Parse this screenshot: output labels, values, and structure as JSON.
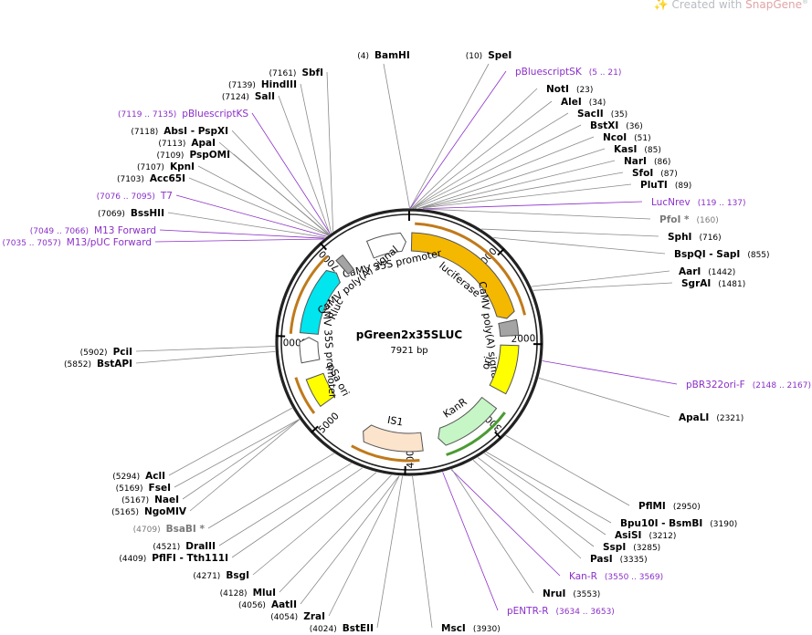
{
  "watermark": {
    "prefix": "Created with",
    "brand": "SnapGene",
    "mark": "®"
  },
  "plasmid": {
    "name": "pGreen2x35SLUC",
    "size": 7921,
    "size_label": "7921 bp"
  },
  "colors": {
    "enzyme": "#000000",
    "primer": "#8b2fc9",
    "nonunique": "#7a7a7a",
    "luciferase": "#f5b800",
    "luciferase_arrow": "#c8940f",
    "rluc": "#00e5ee",
    "ori": "#ffff00",
    "kanr": "#c6f5c6",
    "is1": "#fbe3cc",
    "terminator": "#a4a4a4",
    "orf_arrow": "#c07a1a",
    "kan_orf_arrow": "#4b9b33"
  },
  "ticks": [
    {
      "label": "1000",
      "pos": 1000
    },
    {
      "label": "2000",
      "pos": 2000
    },
    {
      "label": "3000",
      "pos": 3000
    },
    {
      "label": "4000",
      "pos": 4000
    },
    {
      "label": "5000",
      "pos": 5000
    },
    {
      "label": "6000",
      "pos": 6000
    },
    {
      "label": "7000",
      "pos": 7000
    }
  ],
  "features": [
    {
      "label": "luciferase",
      "type": "gene",
      "start": 30,
      "end": 1680,
      "color": "#f5b800"
    },
    {
      "label": "CaMV 35S promoter",
      "type": "promoter",
      "start": 7420,
      "end": 7880,
      "color": "#ffffff"
    },
    {
      "label": "CaMV poly(A) signal",
      "type": "terminator",
      "start": 1720,
      "end": 1900,
      "color": "#a4a4a4"
    },
    {
      "label": "ori",
      "type": "origin",
      "start": 2020,
      "end": 2600,
      "color": "#ffff00"
    },
    {
      "label": "KanR",
      "type": "gene",
      "start": 2800,
      "end": 3590,
      "color": "#c6f5c6"
    },
    {
      "label": "IS1",
      "type": "misc",
      "start": 3800,
      "end": 4560,
      "color": "#fbe3cc"
    },
    {
      "label": "pSa ori",
      "type": "origin",
      "start": 5150,
      "end": 5500,
      "color": "#ffff00"
    },
    {
      "label": "CaMV 35S promoter",
      "type": "promoter",
      "start": 5700,
      "end": 6000,
      "color": "#ffffff"
    },
    {
      "label": "Rluc",
      "type": "gene",
      "start": 6050,
      "end": 6900,
      "color": "#00e5ee"
    },
    {
      "label": "CaMV poly(A) signal",
      "type": "terminator",
      "start": 7000,
      "end": 7100,
      "color": "#a4a4a4"
    }
  ],
  "labels_top": [
    {
      "kind": "enzyme",
      "name": "BamHI",
      "pos_text": "(4)",
      "pos": 4
    },
    {
      "kind": "enzyme",
      "name": "SpeI",
      "pos_text": "(10)",
      "pos": 10
    }
  ],
  "labels_right": [
    {
      "kind": "primer",
      "name": "pBluescriptSK",
      "pos_text": "(5 .. 21)",
      "pos": 13
    },
    {
      "kind": "enzyme",
      "name": "NotI",
      "pos_text": "(23)",
      "pos": 23
    },
    {
      "kind": "enzyme",
      "name": "AleI",
      "pos_text": "(34)",
      "pos": 34
    },
    {
      "kind": "enzyme",
      "name": "SacII",
      "pos_text": "(35)",
      "pos": 35
    },
    {
      "kind": "enzyme",
      "name": "BstXI",
      "pos_text": "(36)",
      "pos": 36
    },
    {
      "kind": "enzyme",
      "name": "NcoI",
      "pos_text": "(51)",
      "pos": 51
    },
    {
      "kind": "enzyme",
      "name": "KasI",
      "pos_text": "(85)",
      "pos": 85
    },
    {
      "kind": "enzyme",
      "name": "NarI",
      "pos_text": "(86)",
      "pos": 86
    },
    {
      "kind": "enzyme",
      "name": "SfoI",
      "pos_text": "(87)",
      "pos": 87
    },
    {
      "kind": "enzyme",
      "name": "PluTI",
      "pos_text": "(89)",
      "pos": 89
    },
    {
      "kind": "primer",
      "name": "LucNrev",
      "pos_text": "(119 .. 137)",
      "pos": 128
    },
    {
      "kind": "nonunique",
      "name": "PfoI *",
      "pos_text": "(160)",
      "pos": 160
    },
    {
      "kind": "enzyme",
      "name": "SphI",
      "pos_text": "(716)",
      "pos": 716
    },
    {
      "kind": "enzyme",
      "name": "BspQI - SapI",
      "pos_text": "(855)",
      "pos": 855
    },
    {
      "kind": "enzyme",
      "name": "AarI",
      "pos_text": "(1442)",
      "pos": 1442
    },
    {
      "kind": "enzyme",
      "name": "SgrAI",
      "pos_text": "(1481)",
      "pos": 1481
    },
    {
      "kind": "primer",
      "name": "pBR322ori-F",
      "pos_text": "(2148 .. 2167)",
      "pos": 2157
    },
    {
      "kind": "enzyme",
      "name": "ApaLI",
      "pos_text": "(2321)",
      "pos": 2321
    },
    {
      "kind": "enzyme",
      "name": "PflMI",
      "pos_text": "(2950)",
      "pos": 2950
    },
    {
      "kind": "enzyme",
      "name": "Bpu10I - BsmBI",
      "pos_text": "(3190)",
      "pos": 3190
    },
    {
      "kind": "enzyme",
      "name": "AsiSI",
      "pos_text": "(3212)",
      "pos": 3212
    },
    {
      "kind": "enzyme",
      "name": "SspI",
      "pos_text": "(3285)",
      "pos": 3285
    },
    {
      "kind": "enzyme",
      "name": "PasI",
      "pos_text": "(3335)",
      "pos": 3335
    },
    {
      "kind": "primer",
      "name": "Kan-R",
      "pos_text": "(3550 .. 3569)",
      "pos": 3559
    },
    {
      "kind": "enzyme",
      "name": "NruI",
      "pos_text": "(3553)",
      "pos": 3553
    },
    {
      "kind": "primer",
      "name": "pENTR-R",
      "pos_text": "(3634 .. 3653)",
      "pos": 3643
    },
    {
      "kind": "enzyme",
      "name": "MscI",
      "pos_text": "(3930)",
      "pos": 3930
    }
  ],
  "labels_left": [
    {
      "kind": "enzyme",
      "name": "SbfI",
      "pos_text": "(7161)",
      "pos": 7161
    },
    {
      "kind": "enzyme",
      "name": "HindIII",
      "pos_text": "(7139)",
      "pos": 7139
    },
    {
      "kind": "enzyme",
      "name": "SalI",
      "pos_text": "(7124)",
      "pos": 7124
    },
    {
      "kind": "primer",
      "name": "pBluescriptKS",
      "pos_text": "(7119 .. 7135)",
      "pos": 7127
    },
    {
      "kind": "enzyme",
      "name": "AbsI - PspXI",
      "pos_text": "(7118)",
      "pos": 7118
    },
    {
      "kind": "enzyme",
      "name": "ApaI",
      "pos_text": "(7113)",
      "pos": 7113
    },
    {
      "kind": "enzyme",
      "name": "PspOMI",
      "pos_text": "(7109)",
      "pos": 7109
    },
    {
      "kind": "enzyme",
      "name": "KpnI",
      "pos_text": "(7107)",
      "pos": 7107
    },
    {
      "kind": "enzyme",
      "name": "Acc65I",
      "pos_text": "(7103)",
      "pos": 7103
    },
    {
      "kind": "primer",
      "name": "T7",
      "pos_text": "(7076 .. 7095)",
      "pos": 7085
    },
    {
      "kind": "enzyme",
      "name": "BssHII",
      "pos_text": "(7069)",
      "pos": 7069
    },
    {
      "kind": "primer",
      "name": "M13 Forward",
      "pos_text": "(7049 .. 7066)",
      "pos": 7057
    },
    {
      "kind": "primer",
      "name": "M13/pUC Forward",
      "pos_text": "(7035 .. 7057)",
      "pos": 7046
    },
    {
      "kind": "enzyme",
      "name": "PciI",
      "pos_text": "(5902)",
      "pos": 5902
    },
    {
      "kind": "enzyme",
      "name": "BstAPI",
      "pos_text": "(5852)",
      "pos": 5852
    },
    {
      "kind": "enzyme",
      "name": "AclI",
      "pos_text": "(5294)",
      "pos": 5294
    },
    {
      "kind": "enzyme",
      "name": "FseI",
      "pos_text": "(5169)",
      "pos": 5169
    },
    {
      "kind": "enzyme",
      "name": "NaeI",
      "pos_text": "(5167)",
      "pos": 5167
    },
    {
      "kind": "enzyme",
      "name": "NgoMIV",
      "pos_text": "(5165)",
      "pos": 5165
    },
    {
      "kind": "nonunique",
      "name": "BsaBI *",
      "pos_text": "(4709)",
      "pos": 4709
    },
    {
      "kind": "enzyme",
      "name": "DraIII",
      "pos_text": "(4521)",
      "pos": 4521
    },
    {
      "kind": "enzyme",
      "name": "PflFI - Tth111I",
      "pos_text": "(4409)",
      "pos": 4409
    },
    {
      "kind": "enzyme",
      "name": "BsgI",
      "pos_text": "(4271)",
      "pos": 4271
    },
    {
      "kind": "enzyme",
      "name": "MluI",
      "pos_text": "(4128)",
      "pos": 4128
    },
    {
      "kind": "enzyme",
      "name": "AatII",
      "pos_text": "(4056)",
      "pos": 4056
    },
    {
      "kind": "enzyme",
      "name": "ZraI",
      "pos_text": "(4054)",
      "pos": 4054
    },
    {
      "kind": "enzyme",
      "name": "BstEII",
      "pos_text": "(4024)",
      "pos": 4024
    }
  ]
}
